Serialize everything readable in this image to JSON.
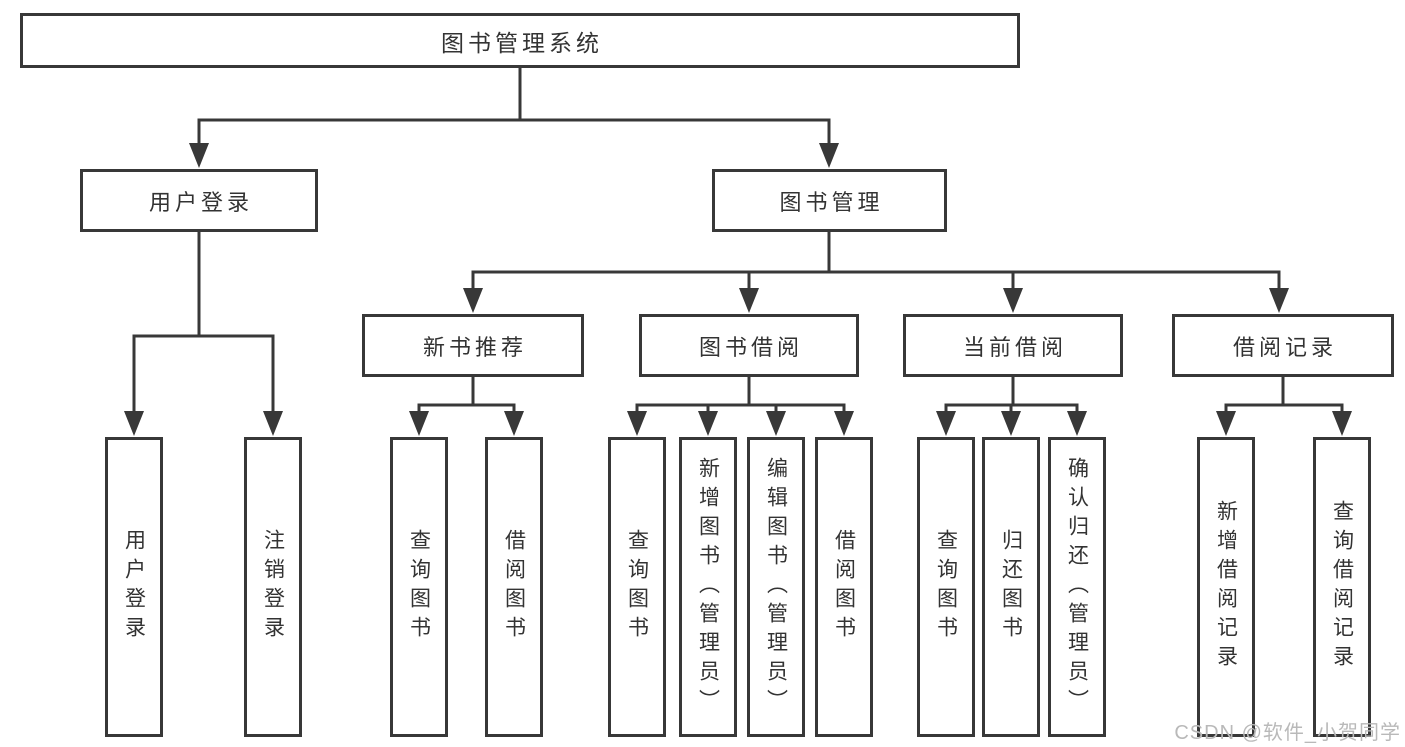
{
  "watermark": "CSDN @软件_小贺同学",
  "colors": {
    "line": "#383838",
    "box_border": "#383838",
    "text": "#333333",
    "watermark": "#b9b9b9",
    "background": "#ffffff"
  },
  "tree": {
    "root": {
      "label": "图书管理系统"
    },
    "branches": [
      {
        "label": "用户登录",
        "children": [
          {
            "label": "用户登录"
          },
          {
            "label": "注销登录"
          }
        ]
      },
      {
        "label": "图书管理",
        "children": [
          {
            "label": "新书推荐",
            "children": [
              {
                "label": "查询图书"
              },
              {
                "label": "借阅图书"
              }
            ]
          },
          {
            "label": "图书借阅",
            "children": [
              {
                "label": "查询图书"
              },
              {
                "label": "新增图书（管理员）"
              },
              {
                "label": "编辑图书（管理员）"
              },
              {
                "label": "借阅图书"
              }
            ]
          },
          {
            "label": "当前借阅",
            "children": [
              {
                "label": "查询图书"
              },
              {
                "label": "归还图书"
              },
              {
                "label": "确认归还（管理员）"
              }
            ]
          },
          {
            "label": "借阅记录",
            "children": [
              {
                "label": "新增借阅记录"
              },
              {
                "label": "查询借阅记录"
              }
            ]
          }
        ]
      }
    ]
  }
}
